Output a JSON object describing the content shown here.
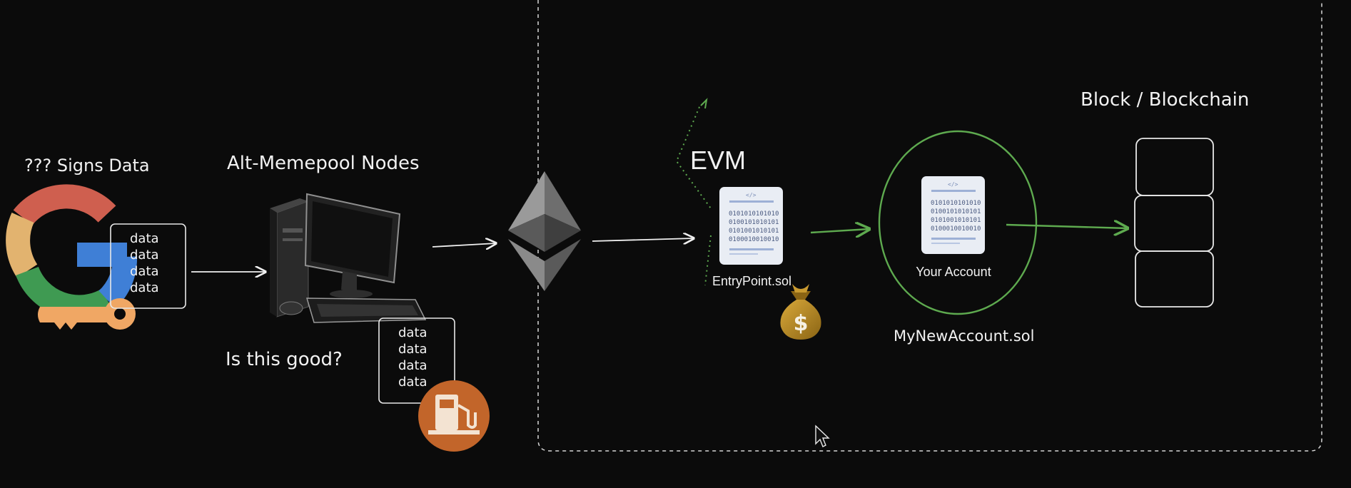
{
  "labels": {
    "signs_data": "??? Signs Data",
    "alt_mempool_nodes": "Alt-Memepool Nodes",
    "is_this_good": "Is this good?",
    "evm": "EVM",
    "entrypoint": "EntryPoint.sol",
    "your_account": "Your Account",
    "my_new_account": "MyNewAccount.sol",
    "block_blockchain": "Block / Blockchain"
  },
  "data_box_1": [
    "data",
    "data",
    "data",
    "data"
  ],
  "data_box_2": [
    "data",
    "data",
    "data",
    "data"
  ],
  "binary_lines": [
    "0101010101010",
    "0100101010101",
    "0101001010101",
    "0100010010010"
  ],
  "dollar_sign": "$",
  "colors": {
    "background": "#0b0b0b",
    "arrow_white": "#f0f0f0",
    "arrow_green": "#5eaa4f",
    "google_red": "#cf5f4f",
    "google_blue": "#3f7fd6",
    "google_green": "#3f9a52",
    "google_yellow": "#e2b36f",
    "key_orange": "#f0a764",
    "gas_orange": "#c2652a",
    "ethereum_gray": "#8a8a8a",
    "moneybag": "#b8891f"
  }
}
